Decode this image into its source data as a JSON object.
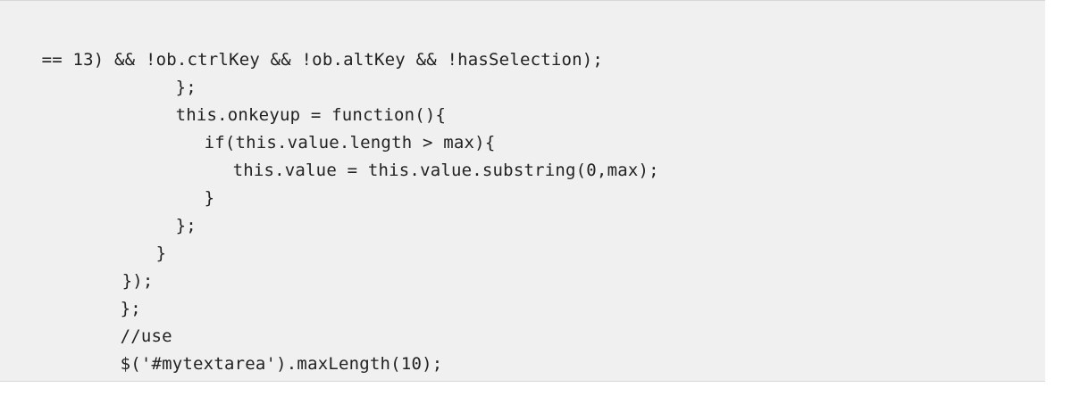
{
  "code": {
    "lines": [
      "== 13) && !ob.ctrlKey && !ob.altKey && !hasSelection);",
      "};",
      "this.onkeyup = function(){",
      "if(this.value.length > max){",
      "this.value = this.value.substring(0,max);",
      "}",
      "};",
      "}",
      "});",
      "};",
      "//use",
      "$('#mytextarea').maxLength(10);"
    ]
  }
}
